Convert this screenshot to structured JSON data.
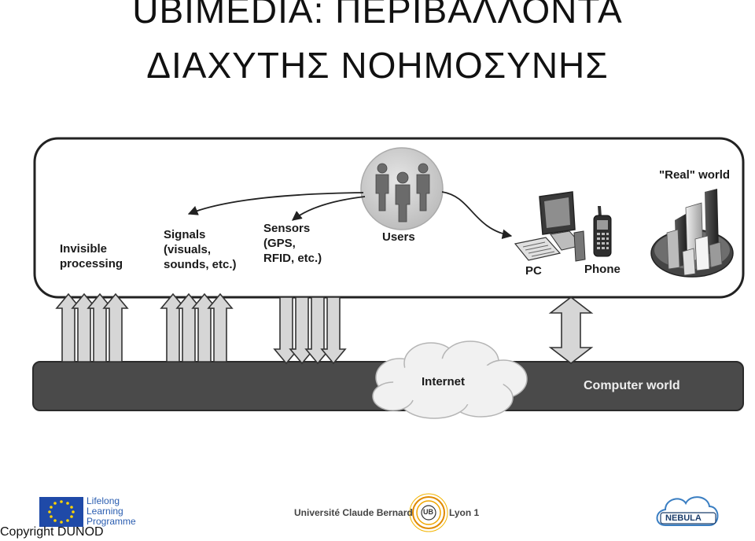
{
  "title": {
    "line1": "UBIMEDIA: ΠΕΡΙΒΑΛΛΟΝΤΑ",
    "line2": "ΔΙΑΧΥΤΗΣ ΝΟΗΜΟΣΥΝΗΣ"
  },
  "diagram": {
    "nodes": {
      "invisible_processing": "Invisible\nprocessing",
      "signals": "Signals\n(visuals,\nsounds, etc.)",
      "sensors": "Sensors\n(GPS,\nRFID, etc.)",
      "users": "Users",
      "pc": "PC",
      "phone": "Phone",
      "real_world": "\"Real\" world",
      "internet": "Internet",
      "computer_world": "Computer world"
    },
    "colors": {
      "panel_border": "#222222",
      "computer_world_bar": "#4a4a4a",
      "arrow_fill": "#d4d4d4",
      "users_circle": "#cfcfcf"
    }
  },
  "footer": {
    "copyright": "Copyright DUNOD",
    "llp_line1": "Lifelong",
    "llp_line2": "Learning",
    "llp_line3": "Programme",
    "university_left": "Université Claude Bernard",
    "university_right": "Lyon 1",
    "university_badge": "UB",
    "nebula": "NEBULA"
  }
}
